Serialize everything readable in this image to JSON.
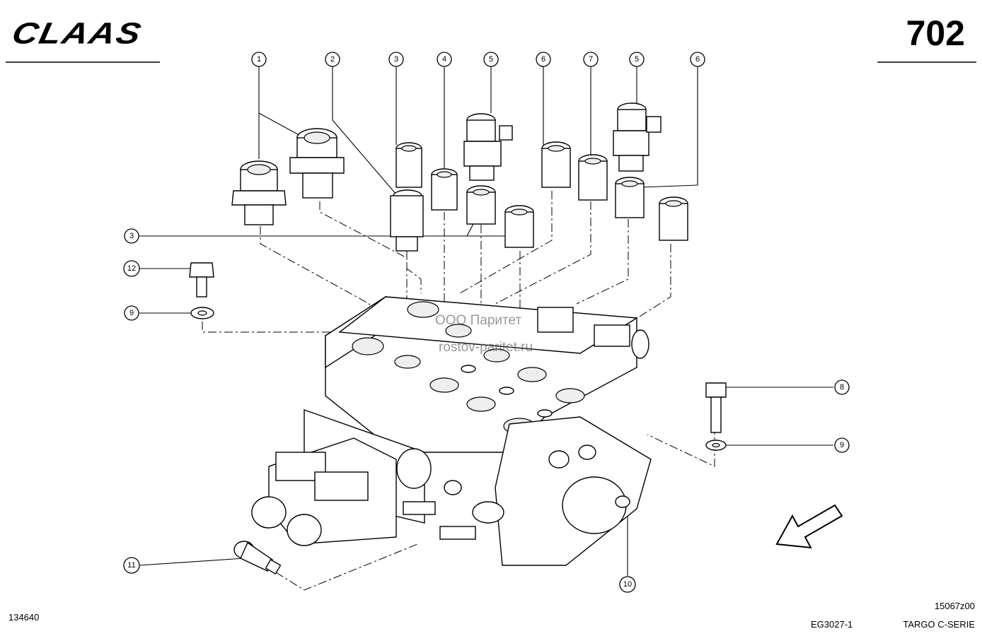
{
  "header": {
    "brand": "CLAAS",
    "page_number": "702"
  },
  "watermark": {
    "line1": "ООО Паритет",
    "line2": "rostov-paritet.ru"
  },
  "footer": {
    "drawing_id": "134640",
    "ref_code": "15067z00",
    "group_code": "EG3027-1",
    "series": "TARGO C-SERIE"
  },
  "callouts": [
    {
      "id": "c1",
      "label": "1"
    },
    {
      "id": "c2",
      "label": "2"
    },
    {
      "id": "c3a",
      "label": "3"
    },
    {
      "id": "c4",
      "label": "4"
    },
    {
      "id": "c5a",
      "label": "5"
    },
    {
      "id": "c6a",
      "label": "6"
    },
    {
      "id": "c7",
      "label": "7"
    },
    {
      "id": "c5b",
      "label": "5"
    },
    {
      "id": "c6b",
      "label": "6"
    },
    {
      "id": "c3b",
      "label": "3"
    },
    {
      "id": "c12",
      "label": "12"
    },
    {
      "id": "c9a",
      "label": "9"
    },
    {
      "id": "c8",
      "label": "8"
    },
    {
      "id": "c9b",
      "label": "9"
    },
    {
      "id": "c11",
      "label": "11"
    },
    {
      "id": "c10",
      "label": "10"
    }
  ]
}
